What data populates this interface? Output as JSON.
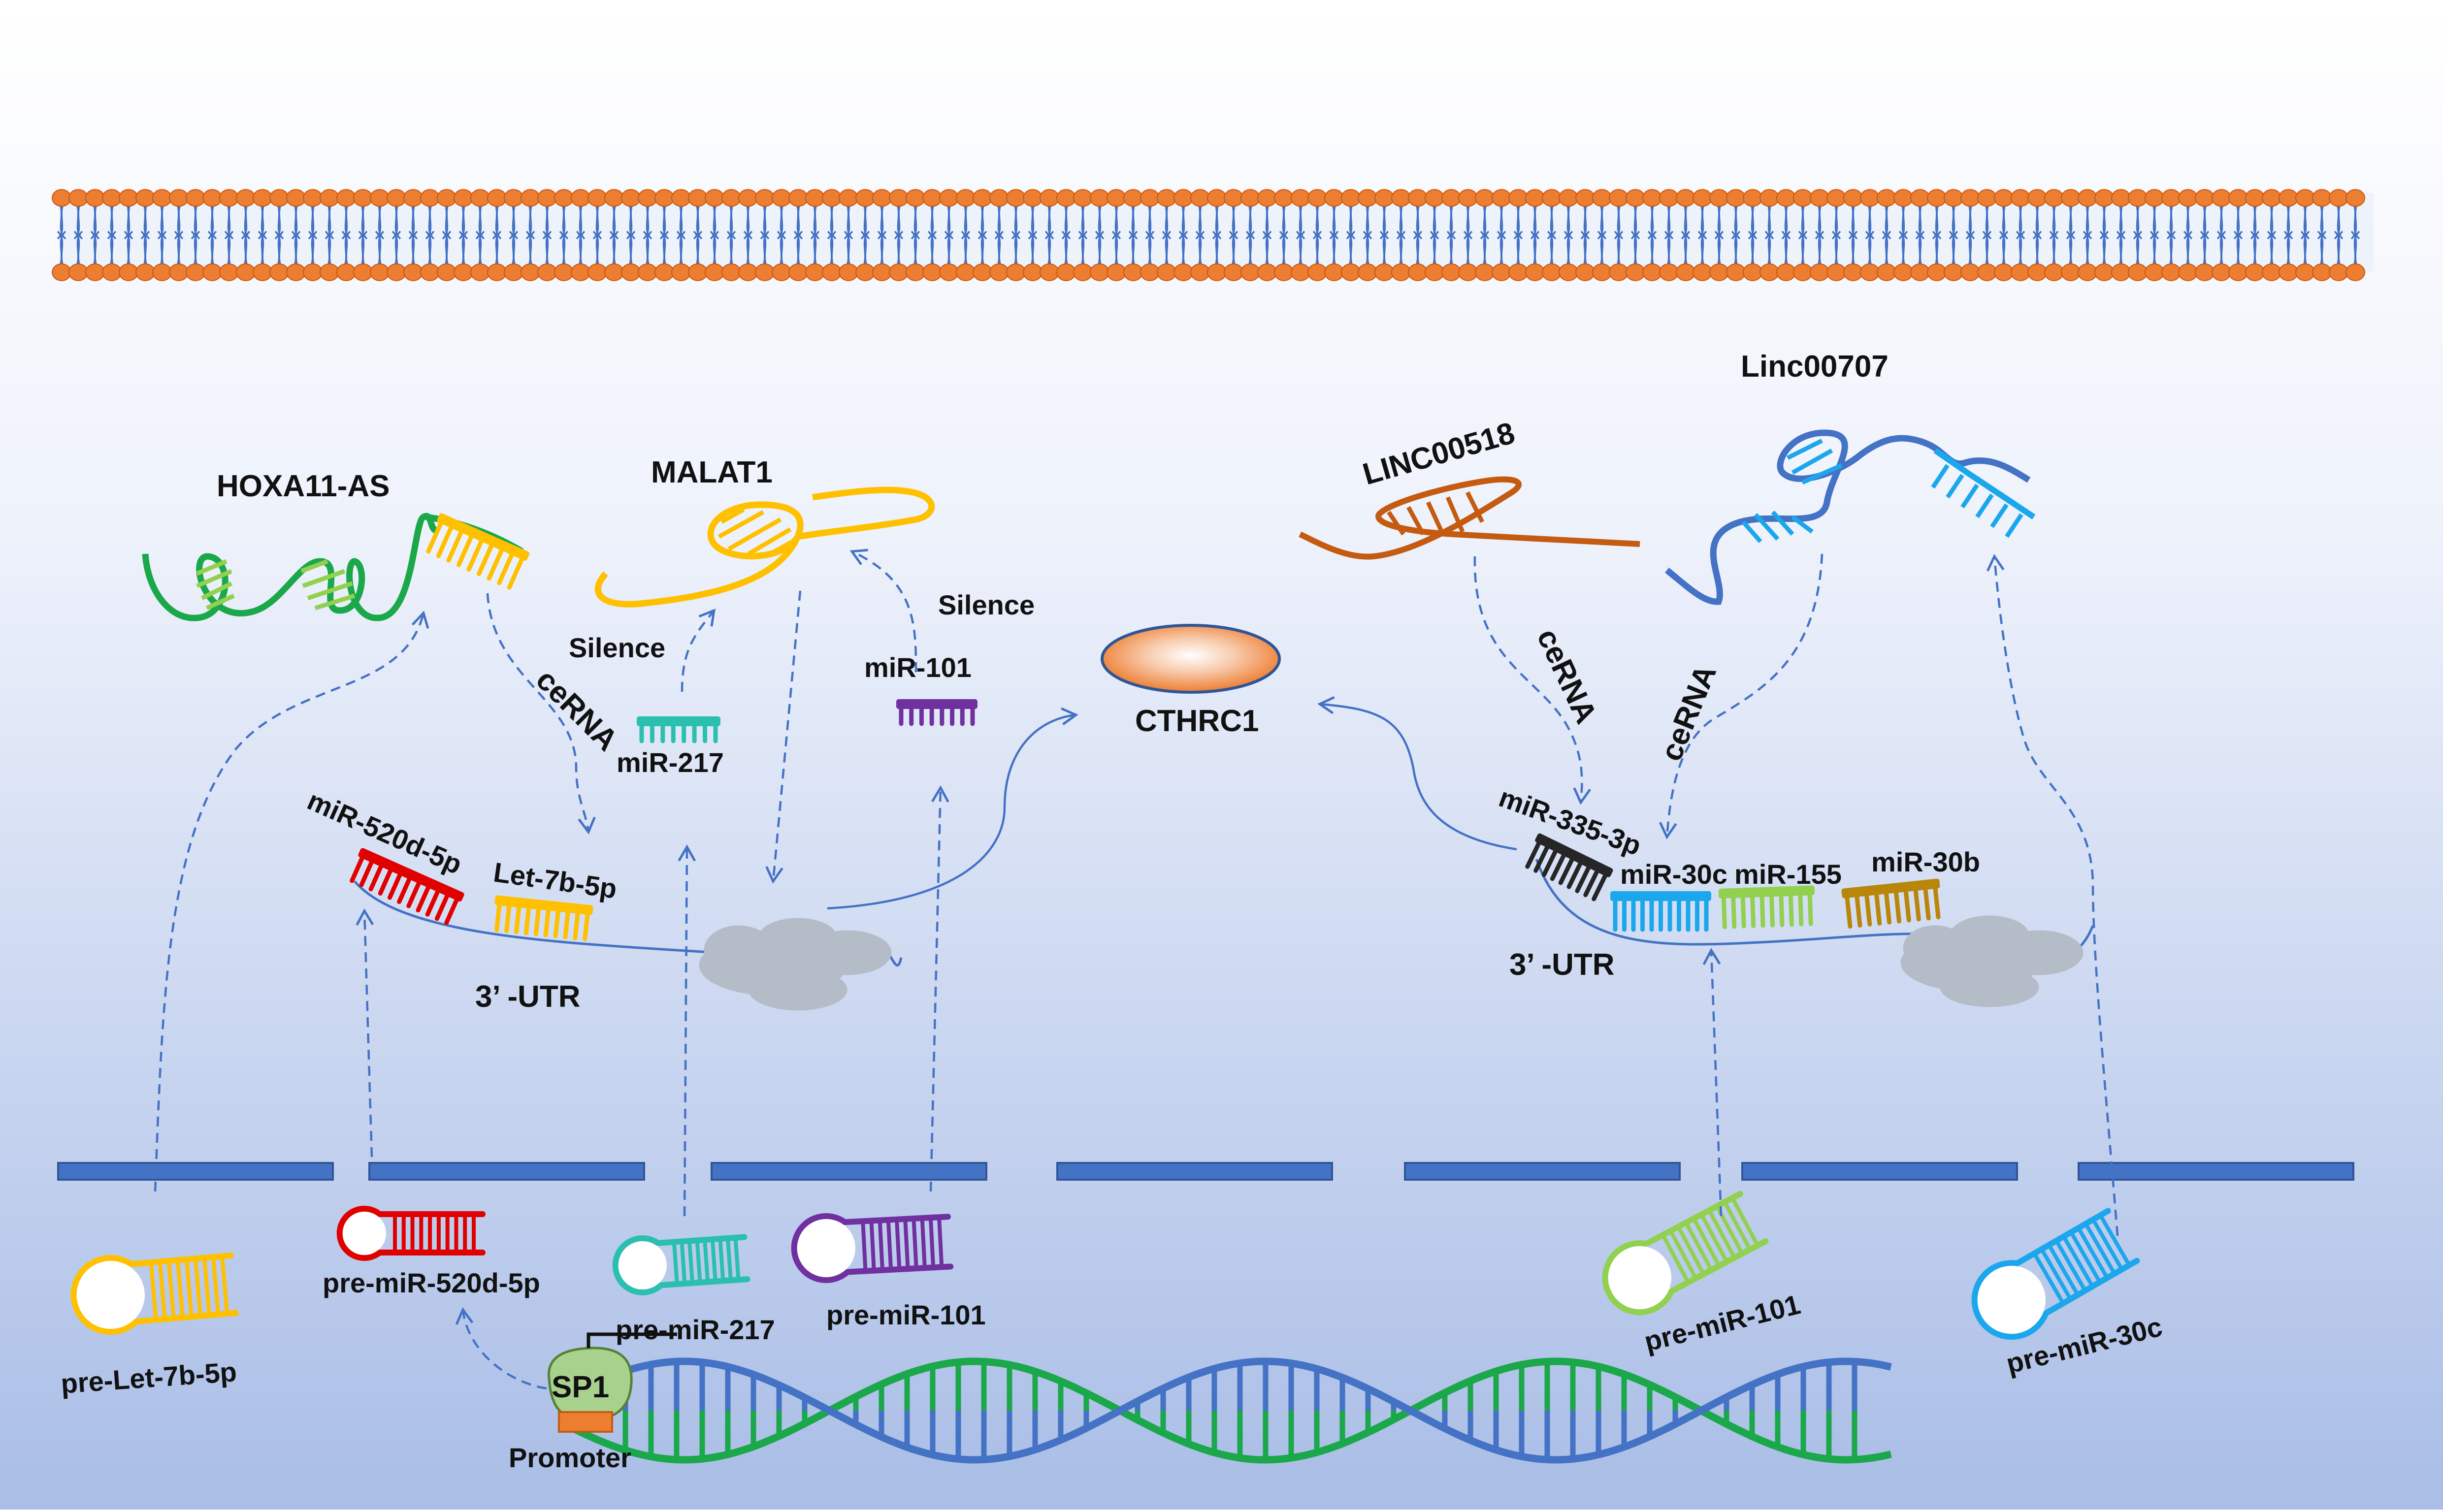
{
  "labels": {
    "hoxa11_as": "HOXA11-AS",
    "malat1": "MALAT1",
    "linc00518": "LINC00518",
    "linc00707": "Linc00707",
    "cthrc1": "CTHRC1",
    "silence_left": "Silence",
    "silence_right": "Silence",
    "cerna_left": "ceRNA",
    "cerna_mid": "ceRNA",
    "cerna_right": "ceRNA",
    "mir_217": "miR-217",
    "mir_101": "miR-101",
    "mir_520d_5p": "miR-520d-5p",
    "let_7b_5p": "Let-7b-5p",
    "utr_left": "3’ -UTR",
    "utr_right": "3’ -UTR",
    "mir_335_3p": "miR-335-3p",
    "mir_30c": "miR-30c",
    "mir_155": "miR-155",
    "mir_30b": "miR-30b",
    "pre_let_7b_5p": "pre-Let-7b-5p",
    "pre_mir_520d_5p": "pre-miR-520d-5p",
    "pre_mir_217": "pre-miR-217",
    "pre_mir_101_left": "pre-miR-101",
    "pre_mir_101_right": "pre-miR-101",
    "pre_mir_30c": "pre-miR-30c",
    "sp1": "SP1",
    "promoter": "Promoter"
  },
  "colors": {
    "background_top": "#ffffff",
    "background_bottom": "#a9bde6",
    "membrane_head": "#ED7D31",
    "membrane_tail": "#4472C4",
    "arrow": "#4472C4",
    "hoxa11_as": "#1aa84a",
    "malat1": "#FFC000",
    "linc00518": "#C55A11",
    "linc00707": "#4472C4",
    "mir_217": "#2BBFB0",
    "mir_101": "#7030A0",
    "mir_520d_5p": "#E00000",
    "let_7b_5p": "#FFC000",
    "mir_335_3p": "#262626",
    "mir_30c": "#1CA7EC",
    "mir_155": "#92D050",
    "mir_30b": "#B8860B",
    "dna_strand_a": "#1aa84a",
    "dna_strand_b": "#4472C4",
    "sp1": "#A9D18E",
    "promoter": "#ED7D31",
    "cthrc1": "#F4B183",
    "ribosome": "#b4bcc8"
  },
  "icons": {
    "cell_membrane": "lipid-bilayer-icon",
    "protein": "cthrc1-ellipse-icon",
    "ribosome": "ribosome-cloud-icon",
    "dna": "double-helix-icon",
    "nuclear_envelope": "nuclear-pore-bars-icon"
  }
}
